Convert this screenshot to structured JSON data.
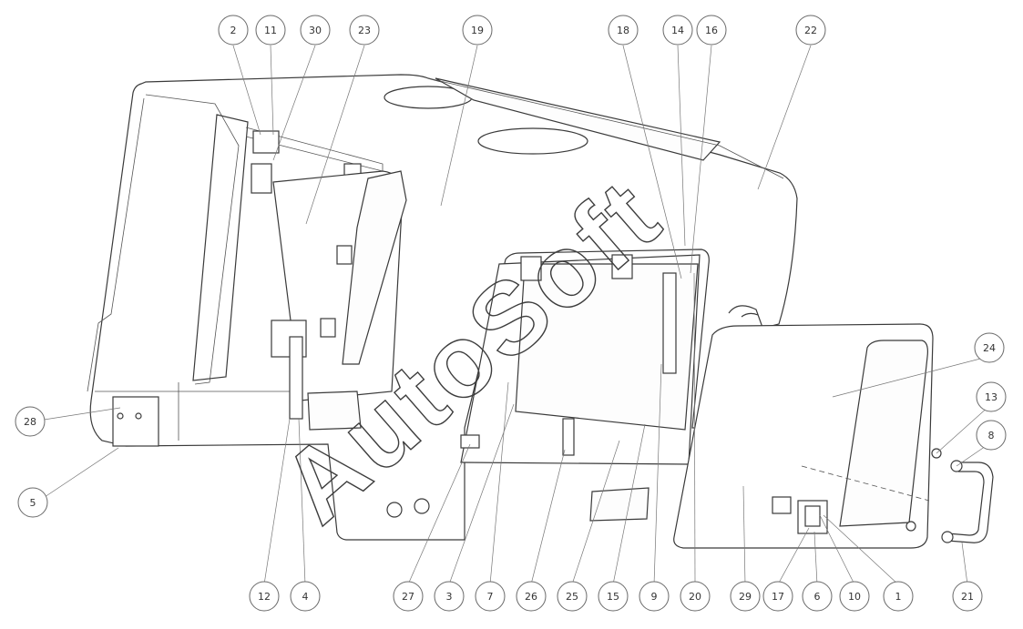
{
  "watermark": {
    "text": "AutoSoft"
  },
  "callouts": [
    {
      "id": "c2",
      "label": "2"
    },
    {
      "id": "c11",
      "label": "11"
    },
    {
      "id": "c30",
      "label": "30"
    },
    {
      "id": "c23",
      "label": "23"
    },
    {
      "id": "c19",
      "label": "19"
    },
    {
      "id": "c18",
      "label": "18"
    },
    {
      "id": "c14",
      "label": "14"
    },
    {
      "id": "c16",
      "label": "16"
    },
    {
      "id": "c22",
      "label": "22"
    },
    {
      "id": "c24",
      "label": "24"
    },
    {
      "id": "c13",
      "label": "13"
    },
    {
      "id": "c8",
      "label": "8"
    },
    {
      "id": "c28",
      "label": "28"
    },
    {
      "id": "c5",
      "label": "5"
    },
    {
      "id": "c12",
      "label": "12"
    },
    {
      "id": "c4",
      "label": "4"
    },
    {
      "id": "c27",
      "label": "27"
    },
    {
      "id": "c3",
      "label": "3"
    },
    {
      "id": "c7",
      "label": "7"
    },
    {
      "id": "c26",
      "label": "26"
    },
    {
      "id": "c25",
      "label": "25"
    },
    {
      "id": "c15",
      "label": "15"
    },
    {
      "id": "c9",
      "label": "9"
    },
    {
      "id": "c20",
      "label": "20"
    },
    {
      "id": "c29",
      "label": "29"
    },
    {
      "id": "c17",
      "label": "17"
    },
    {
      "id": "c6",
      "label": "6"
    },
    {
      "id": "c10",
      "label": "10"
    },
    {
      "id": "c1",
      "label": "1"
    },
    {
      "id": "c21",
      "label": "21"
    }
  ]
}
